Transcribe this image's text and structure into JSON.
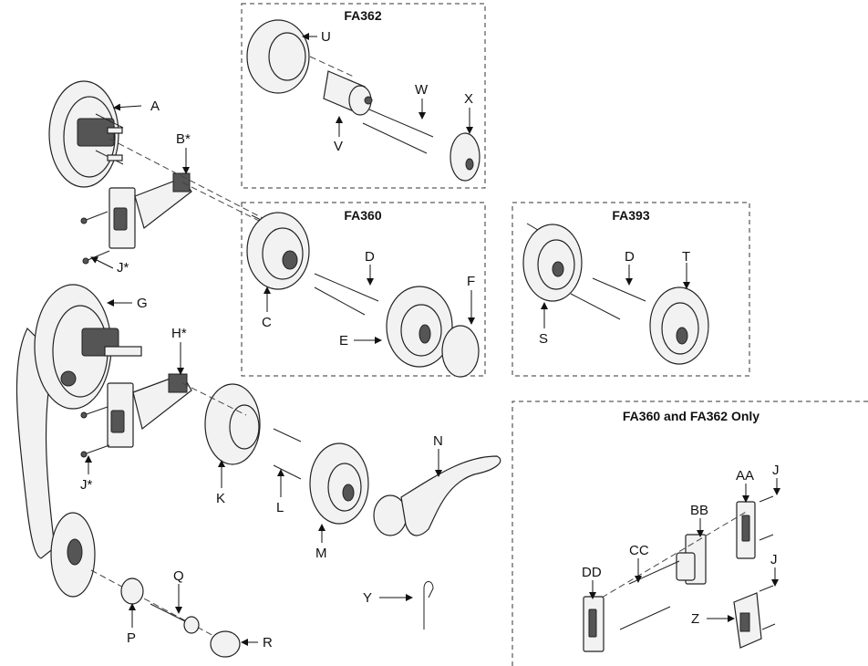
{
  "groups": {
    "fa362": "FA362",
    "fa360": "FA360",
    "fa393": "FA393",
    "strike": "FA360 and FA362 Only"
  },
  "labels": {
    "A": "A",
    "B": "B*",
    "C": "C",
    "D1": "D",
    "D2": "D",
    "E": "E",
    "F": "F",
    "G": "G",
    "H": "H*",
    "J1": "J*",
    "J2": "J*",
    "J3": "J",
    "J4": "J",
    "K": "K",
    "L": "L",
    "M": "M",
    "N": "N",
    "P": "P",
    "Q": "Q",
    "R": "R",
    "S": "S",
    "T": "T",
    "U": "U",
    "V": "V",
    "W": "W",
    "X": "X",
    "Y": "Y",
    "Z": "Z",
    "AA": "AA",
    "BB": "BB",
    "CC": "CC",
    "DD": "DD"
  },
  "icons": {
    "arrow": "arrow-icon"
  }
}
